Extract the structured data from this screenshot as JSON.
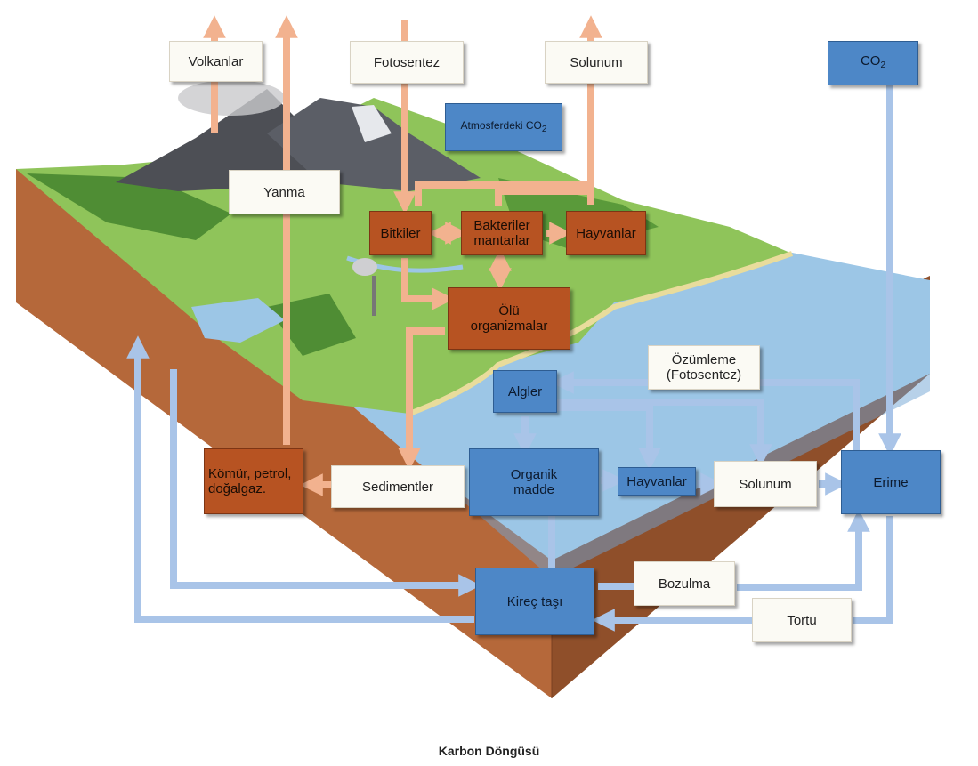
{
  "colors": {
    "land_top": "#8fc45a",
    "soil": "#b5683a",
    "water": "#9cc6e6",
    "arrow_land": "#f2b28f",
    "arrow_sea": "#a9c4e8",
    "box_brown": "#b75322",
    "box_blue": "#4d87c7",
    "box_white": "#fbfaf4"
  },
  "boxes": {
    "volkanlar": "Volkanlar",
    "fotosentez": "Fotosentez",
    "solunum_top": "Solunum",
    "co2_top": "CO",
    "co2_sub": "2",
    "atmosferdeki": "Atmosferdeki CO",
    "atmosferdeki_sub": "2",
    "yanma": "Yanma",
    "bitkiler": "Bitkiler",
    "bakteriler": "Bakteriler\nmantarlar",
    "hayvanlar_land": "Hayvanlar",
    "olu": "Ölü\norganizmalar",
    "ozumleme": "Özümleme\n(Fotosentez)",
    "algler": "Algler",
    "komur": "Kömür, petrol,\ndoğalgaz.",
    "sedimentler": "Sedimentler",
    "organik": "Organik\nmadde",
    "hayvanlar_sea": "Hayvanlar",
    "solunum_sea": "Solunum",
    "erime": "Erime",
    "kirec": "Kireç taşı",
    "bozulma": "Bozulma",
    "tortu": "Tortu"
  },
  "caption": "Karbon Döngüsü"
}
